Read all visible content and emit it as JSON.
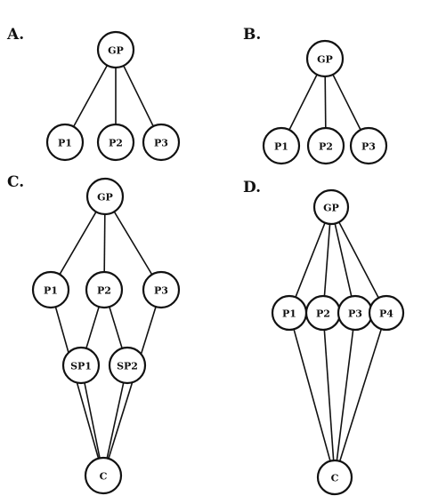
{
  "panels": [
    {
      "label": "A.",
      "nodes": [
        {
          "id": "gp",
          "label": "GP"
        },
        {
          "id": "p1",
          "label": "P1"
        },
        {
          "id": "p2",
          "label": "P2"
        },
        {
          "id": "p3",
          "label": "P3"
        }
      ],
      "edges": [
        [
          "gp",
          "p1"
        ],
        [
          "gp",
          "p2"
        ],
        [
          "gp",
          "p3"
        ]
      ]
    },
    {
      "label": "B.",
      "nodes": [
        {
          "id": "gp",
          "label": "GP"
        },
        {
          "id": "p1",
          "label": "P1"
        },
        {
          "id": "p2",
          "label": "P2"
        },
        {
          "id": "p3",
          "label": "P3"
        }
      ],
      "edges": [
        [
          "gp",
          "p1"
        ],
        [
          "gp",
          "p2"
        ],
        [
          "gp",
          "p3"
        ]
      ]
    },
    {
      "label": "C.",
      "nodes": [
        {
          "id": "gp",
          "label": "GP"
        },
        {
          "id": "p1",
          "label": "P1"
        },
        {
          "id": "p2",
          "label": "P2"
        },
        {
          "id": "p3",
          "label": "P3"
        },
        {
          "id": "sp1",
          "label": "SP1"
        },
        {
          "id": "sp2",
          "label": "SP2"
        },
        {
          "id": "c",
          "label": "C"
        }
      ],
      "edges": [
        [
          "gp",
          "p1"
        ],
        [
          "gp",
          "p2"
        ],
        [
          "gp",
          "p3"
        ],
        [
          "p2",
          "sp1"
        ],
        [
          "p2",
          "sp2"
        ],
        [
          "p1",
          "c"
        ],
        [
          "sp1",
          "c"
        ],
        [
          "sp2",
          "c"
        ],
        [
          "p3",
          "c"
        ]
      ]
    },
    {
      "label": "D.",
      "nodes": [
        {
          "id": "gp",
          "label": "GP"
        },
        {
          "id": "p1",
          "label": "P1"
        },
        {
          "id": "p2",
          "label": "P2"
        },
        {
          "id": "p3",
          "label": "P3"
        },
        {
          "id": "p4",
          "label": "P4"
        },
        {
          "id": "c",
          "label": "C"
        }
      ],
      "edges": [
        [
          "gp",
          "p1"
        ],
        [
          "gp",
          "p2"
        ],
        [
          "gp",
          "p3"
        ],
        [
          "gp",
          "p4"
        ],
        [
          "p1",
          "c"
        ],
        [
          "p2",
          "c"
        ],
        [
          "p3",
          "c"
        ],
        [
          "p4",
          "c"
        ]
      ]
    }
  ]
}
